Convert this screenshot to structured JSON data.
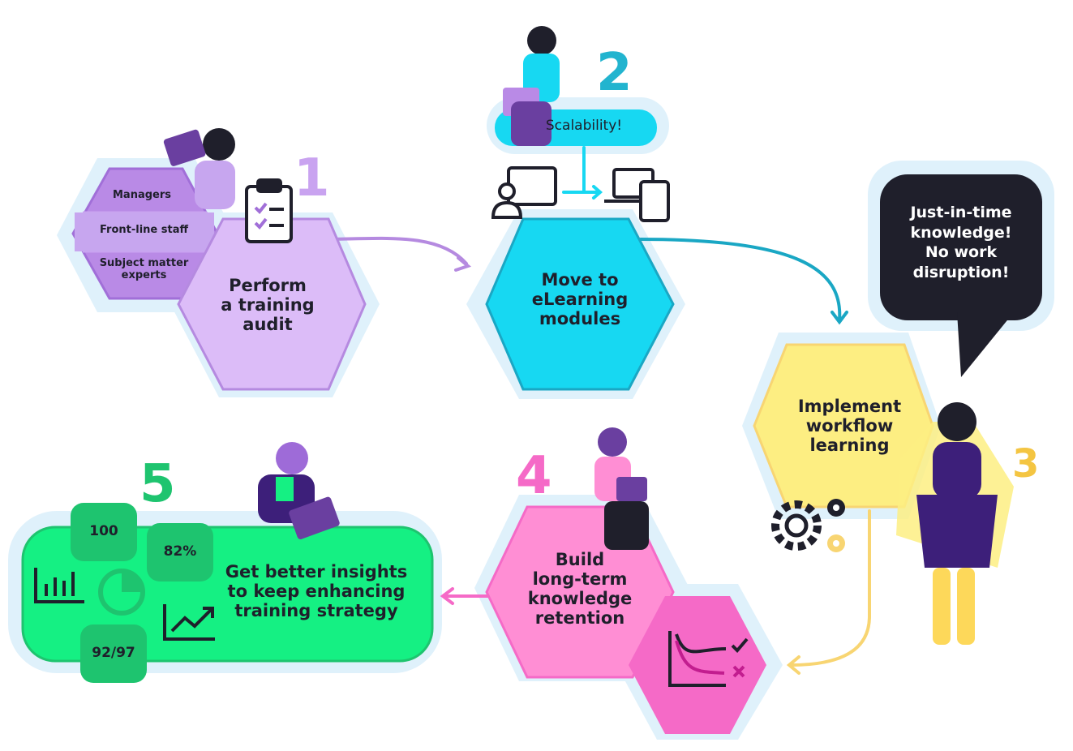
{
  "steps": [
    {
      "number": "1",
      "title": "Perform\na training\naudit",
      "color": "#dcbcf8",
      "number_color": "#c9a3f0"
    },
    {
      "number": "2",
      "title": "Move to\neLearning\nmodules",
      "color": "#17d8f2",
      "number_color": "#22b4cf"
    },
    {
      "number": "3",
      "title": "Implement\nworkflow\nlearning",
      "color": "#fdee82",
      "number_color": "#f4c542"
    },
    {
      "number": "4",
      "title": "Build\nlong-term\nknowledge\nretention",
      "color": "#ff8ed4",
      "number_color": "#f56ac7"
    },
    {
      "number": "5",
      "title": "Get better insights\nto keep enhancing\ntraining strategy",
      "color": "#15f083",
      "number_color": "#1ec46f"
    }
  ],
  "audit_groups": [
    "Managers",
    "Front-line staff",
    "Subject matter\nexperts"
  ],
  "scalability_label": "Scalability!",
  "speech_bubble": "Just-in-time\nknowledge!\nNo work\ndisruption!",
  "stats": [
    "100",
    "82%",
    "92/97"
  ],
  "icons": [
    "clipboard-checklist-icon",
    "user-monitor-icon",
    "laptop-phone-icon",
    "gears-icon",
    "forgetting-curve-icon",
    "bar-chart-icon",
    "pie-chart-icon",
    "trend-up-icon"
  ],
  "colors": {
    "outline": "#dff1fb",
    "dark": "#1f1f2b"
  }
}
